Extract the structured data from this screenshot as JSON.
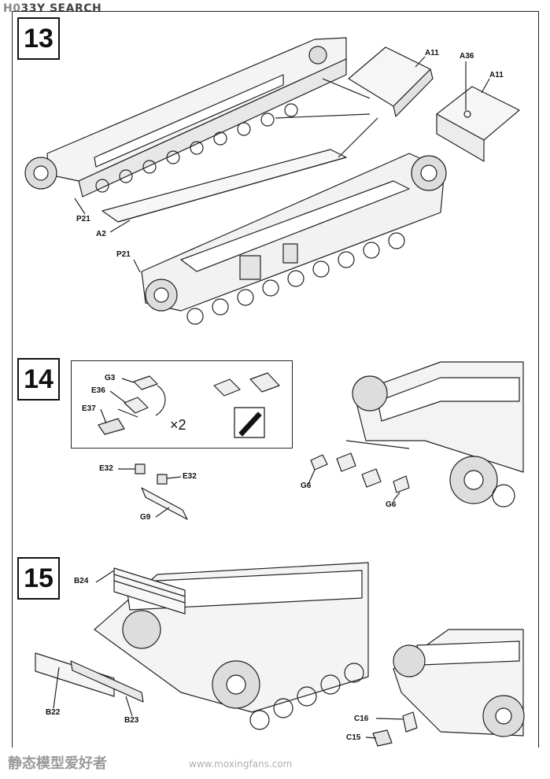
{
  "header": {
    "logo_prefix": "H0",
    "logo_text": "33Y SEARCH"
  },
  "steps": [
    {
      "number": "13"
    },
    {
      "number": "14"
    },
    {
      "number": "15"
    }
  ],
  "step13": {
    "labels": {
      "a11_left": "A11",
      "a36": "A36",
      "a11_right": "A11",
      "p21_top": "P21",
      "a2": "A2",
      "p21_bottom": "P21"
    }
  },
  "step14": {
    "labels": {
      "g3": "G3",
      "e36": "E36",
      "e37": "E37",
      "x2": "×2",
      "e32_left": "E32",
      "e32_right": "E32",
      "g9": "G9",
      "g6_left": "G6",
      "g6_right": "G6"
    }
  },
  "step15": {
    "labels": {
      "b24": "B24",
      "b22": "B22",
      "b23": "B23",
      "c16": "C16",
      "c15": "C15"
    }
  },
  "footer": {
    "watermark_cn": "静态模型爱好者",
    "watermark_url": "www.moxingfans.com"
  }
}
